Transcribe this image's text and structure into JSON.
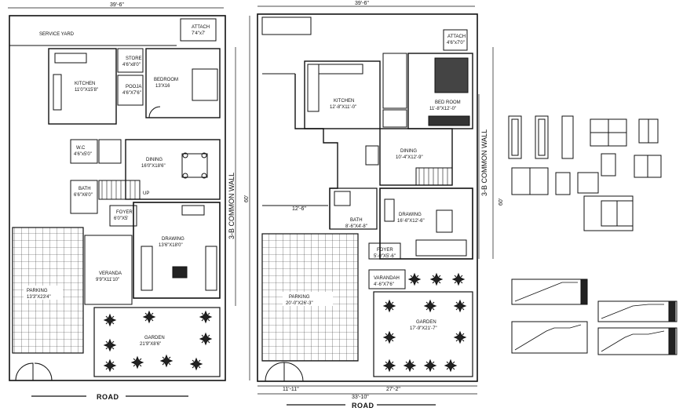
{
  "plan_left": {
    "top_dim": "39'-6\"",
    "service_yard": "SERVICE YARD",
    "attach": "ATTACH",
    "attach_size": "7'4\"x7'",
    "kitchen": "KITCHEN",
    "kitchen_size": "11'0\"X15'8\"",
    "store": "STORE",
    "store_size": "4'6\"x8'0\"",
    "pooja": "POOJA",
    "pooja_size": "4'6\"X7'6\"",
    "bedroom": "BEDROOM",
    "bedroom_size": "13'X16",
    "wc": "W.C",
    "wc_size": "4'6\"x5'0\"",
    "dining": "DINING",
    "dining_size": "16'0\"X18'6\"",
    "bath": "BATH",
    "bath_size": "6'6\"X6'0\"",
    "up": "UP",
    "foyer": "FOYER",
    "foyer_size": "6'0\"X5'",
    "drawing": "DRAWING",
    "drawing_size": "13'6\"X18'0\"",
    "verandah": "VERANDA",
    "verandah_size": "9'9\"X11'10\"",
    "parking": "PARKING",
    "parking_size": "13'3\"X23'4\"",
    "garden": "GARDEN",
    "garden_size": "21'9\"X8'6\"",
    "common_wall": "3-B COMMON WALL",
    "side_dim": "60'",
    "road": "ROAD"
  },
  "plan_right": {
    "top_dim": "39'-6\"",
    "attach": "ATTACH",
    "attach_size": "4'6\"x7'0\"",
    "kitchen": "KITCHEN",
    "kitchen_size": "12'-8\"X11'-0\"",
    "bedroom": "BED ROOM",
    "bedroom_size": "11'-8\"X12'-0\"",
    "dining": "DINING",
    "dining_size": "10'-4\"X12'-9\"",
    "bath": "BATH",
    "bath_size": "8'-6\"X4'-8\"",
    "drawing": "DRAWING",
    "drawing_size": "16'-6\"X12'-6\"",
    "foyer": "FOYER",
    "foyer_size": "5'-0\"X5'-6\"",
    "verandah": "VARANDAH",
    "verandah_size": "4'-6\"X7'6\"",
    "parking": "PARKING",
    "parking_size": "20'-0\"X26'-3\"",
    "garden": "GARDEN",
    "garden_size": "17'-9\"X21'-7\"",
    "common_wall": "3-B COMMON WALL",
    "right_dim": "60'",
    "side_dim": "12'-6\"",
    "bottom_dim_a": "11'-11\"",
    "bottom_dim_b": "27'-2\"",
    "bottom_dim_total": "33'-10\"",
    "road": "ROAD"
  }
}
